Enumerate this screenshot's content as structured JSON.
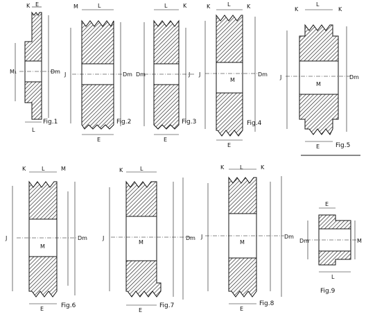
{
  "figures": [
    {
      "caption": "Fig.1",
      "labels": {
        "top_left": "K",
        "top_right": "E",
        "left": "M₁",
        "right": "Dm",
        "bottom": "L"
      }
    },
    {
      "caption": "Fig.2",
      "labels": {
        "top_left": "M",
        "top_center": "L",
        "left": "J",
        "right": "Dm",
        "bottom": "E"
      }
    },
    {
      "caption": "Fig.3",
      "labels": {
        "top_center": "L",
        "top_right": "K",
        "left": "Dm",
        "right": "J",
        "bottom": "E"
      }
    },
    {
      "caption": "Fig.4",
      "labels": {
        "top_left": "K",
        "top_center": "L",
        "top_right": "K",
        "left": "J",
        "center": "M",
        "right": "Dm",
        "bottom": "E"
      }
    },
    {
      "caption": "Fig.5",
      "labels": {
        "top_left": "K",
        "top_center": "L",
        "top_right": "K",
        "left": "J",
        "center": "M",
        "right": "Dm",
        "bottom": "E"
      }
    },
    {
      "caption": "Fig.6",
      "labels": {
        "top_left": "K",
        "top_center": "L",
        "top_right": "M",
        "left": "J",
        "center": "M",
        "right": "Dm",
        "bottom": "E"
      }
    },
    {
      "caption": "Fig.7",
      "labels": {
        "top_left": "K",
        "top_center": "L",
        "left": "J",
        "center": "M",
        "right": "Dm",
        "bottom": "E"
      }
    },
    {
      "caption": "Fig.8",
      "labels": {
        "top_left": "K",
        "top_center": "L",
        "top_right": "K",
        "left": "J",
        "center": "M",
        "right": "Dm",
        "bottom": "E"
      }
    },
    {
      "caption": "Fig.9",
      "labels": {
        "top_center": "E",
        "left": "Dm",
        "right": "M",
        "bottom": "L"
      }
    }
  ]
}
